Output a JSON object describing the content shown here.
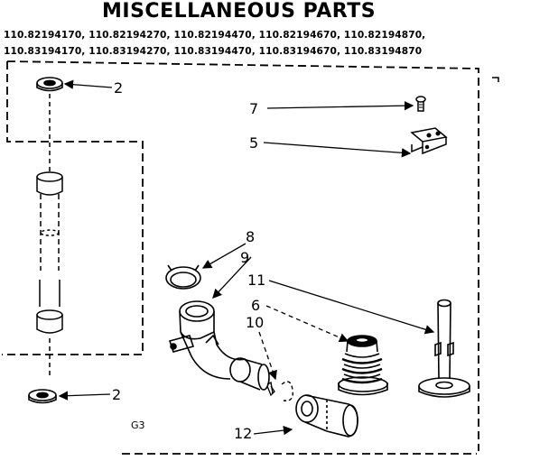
{
  "title": "MISCELLANEOUS PARTS",
  "model_numbers": {
    "line1": "110.82194170, 110.82194270, 110.82194470, 110.82194670, 110.82194870,",
    "line2": "110.83194170, 110.83194270, 110.83194470, 110.83194670, 110.83194870"
  },
  "callouts": {
    "c2_top": "2",
    "c2_bottom": "2",
    "c5": "5",
    "c6": "6",
    "c7": "7",
    "c8": "8",
    "c9": "9",
    "c10": "10",
    "c11": "11",
    "c12": "12"
  },
  "figure_code": "G3"
}
